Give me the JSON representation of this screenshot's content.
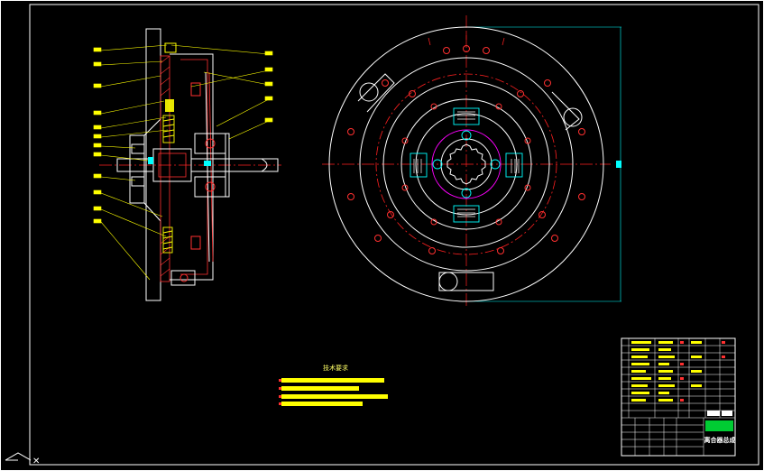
{
  "drawing": {
    "background": "#000000",
    "colors": {
      "frame": "#ffffff",
      "outline": "#ffffff",
      "centerline": "#ff2020",
      "hatch": "#ff3030",
      "springs": "#ffff00",
      "cyan": "#00ffff",
      "magenta": "#ff00ff",
      "leader": "#ffff00",
      "green_cell": "#00cc33"
    }
  },
  "technical_requirements": {
    "title": "技术要求",
    "line_count": 4
  },
  "title_block": {
    "drawing_name": "离合器总成"
  },
  "section_view": {
    "left_leader_count": 12,
    "right_leader_count": 5
  },
  "front_view": {
    "rivet_count": 16,
    "spring_windows": 4,
    "lugs": 3
  }
}
